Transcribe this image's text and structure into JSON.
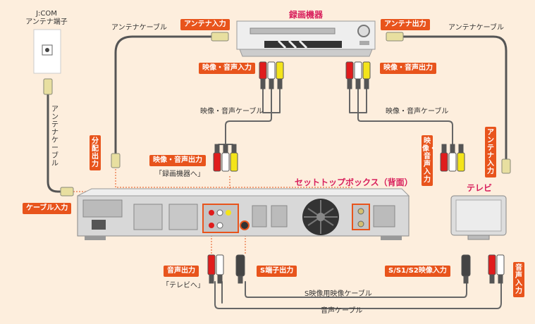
{
  "wall_outlet": {
    "line1": "J:COM",
    "line2": "アンテナ端子"
  },
  "recorder": {
    "title": "録画機器"
  },
  "tv": {
    "title": "テレビ"
  },
  "stb": {
    "title": "セットトップボックス（背面）"
  },
  "labels": {
    "antenna_cable_left": "アンテナケーブル",
    "antenna_cable_right": "アンテナケーブル",
    "antenna_cable_vertical": "アンテナケーブル",
    "av_cable_left": "映像・音声ケーブル",
    "av_cable_right": "映像・音声ケーブル",
    "to_recorder": "「録画機器へ」",
    "to_tv": "「テレビへ」",
    "s_video_cable": "S映像用映像ケーブル",
    "audio_cable": "音声ケーブル"
  },
  "tags": {
    "antenna_in": "アンテナ入力",
    "antenna_out": "アンテナ出力",
    "av_in": "映像・音声入力",
    "av_out_recorder": "映像・音声出力",
    "av_out_top": "映像・音声出力",
    "splitter_out": "分配出力",
    "cable_in": "ケーブル入力",
    "av_in_tv": "映像・音声入力",
    "antenna_in_tv": "アンテナ入力",
    "audio_out": "音声出力",
    "s_terminal_out": "S端子出力",
    "s_video_in": "S/S1/S2映像入力",
    "audio_in": "音声入力"
  },
  "colors": {
    "background": "#fdeedd",
    "tag": "#e8541c",
    "title": "#d81e5b",
    "dotted": "#e8541c"
  }
}
